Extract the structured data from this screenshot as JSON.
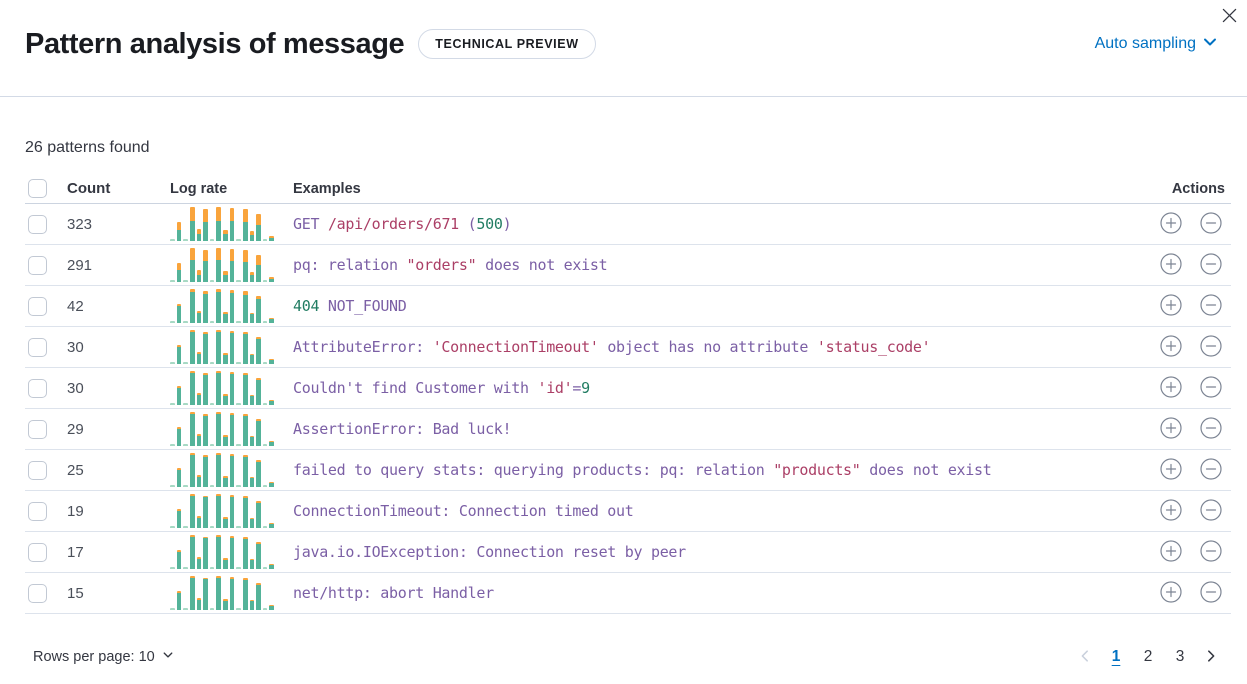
{
  "header": {
    "title": "Pattern analysis of message",
    "badge": "TECHNICAL PREVIEW",
    "sampling_label": "Auto sampling"
  },
  "summary": "26 patterns found",
  "table": {
    "columns": {
      "count": "Count",
      "log_rate": "Log rate",
      "examples": "Examples",
      "actions": "Actions"
    },
    "rows": [
      {
        "count": "323",
        "orange_ratio": 0.4,
        "example": [
          [
            "purple",
            "GET "
          ],
          [
            "red",
            "/api/orders/671 "
          ],
          [
            "purple",
            "("
          ],
          [
            "green",
            "500"
          ],
          [
            "purple",
            ")"
          ]
        ]
      },
      {
        "count": "291",
        "orange_ratio": 0.36,
        "example": [
          [
            "purple",
            "pq: relation "
          ],
          [
            "red",
            "\"orders\""
          ],
          [
            "purple",
            " does not exist"
          ]
        ]
      },
      {
        "count": "42",
        "orange_ratio": 0.1,
        "example": [
          [
            "green",
            "404"
          ],
          [
            "purple",
            " NOT_FOUND"
          ]
        ]
      },
      {
        "count": "30",
        "orange_ratio": 0.06,
        "example": [
          [
            "purple",
            "AttributeError: "
          ],
          [
            "red",
            "'ConnectionTimeout'"
          ],
          [
            "purple",
            " object has no attribute "
          ],
          [
            "red",
            "'status_code'"
          ]
        ]
      },
      {
        "count": "30",
        "orange_ratio": 0.06,
        "example": [
          [
            "purple",
            "Couldn't find Customer with "
          ],
          [
            "red",
            "'id'"
          ],
          [
            "purple",
            "="
          ],
          [
            "green",
            "9"
          ]
        ]
      },
      {
        "count": "29",
        "orange_ratio": 0.06,
        "example": [
          [
            "purple",
            "AssertionError: Bad luck!"
          ]
        ]
      },
      {
        "count": "25",
        "orange_ratio": 0.06,
        "example": [
          [
            "purple",
            "failed to query stats: querying products: pq: relation "
          ],
          [
            "red",
            "\"products\""
          ],
          [
            "purple",
            " does not exist"
          ]
        ]
      },
      {
        "count": "19",
        "orange_ratio": 0.05,
        "example": [
          [
            "purple",
            "ConnectionTimeout: Connection timed out"
          ]
        ]
      },
      {
        "count": "17",
        "orange_ratio": 0.05,
        "example": [
          [
            "purple",
            "java.io.IOException: Connection reset by peer"
          ]
        ]
      },
      {
        "count": "15",
        "orange_ratio": 0.05,
        "example": [
          [
            "purple",
            "net/http: abort Handler"
          ]
        ]
      }
    ]
  },
  "sparkline": {
    "type": "bar",
    "heights_pct": [
      5,
      55,
      5,
      100,
      34,
      95,
      7,
      100,
      32,
      97,
      5,
      93,
      30,
      78,
      5,
      16
    ],
    "colors": {
      "green": "#54b399",
      "pale_green": "#a7d9c4",
      "orange": "#f9a43c"
    }
  },
  "code_colors": {
    "purple": "#7b5fa5",
    "red": "#ab3f66",
    "green": "#217c62"
  },
  "ui_colors": {
    "primary_blue": "#0071c2"
  },
  "footer": {
    "rows_per_page_label": "Rows per page: 10",
    "pages": [
      "1",
      "2",
      "3"
    ],
    "active_page": "1"
  }
}
